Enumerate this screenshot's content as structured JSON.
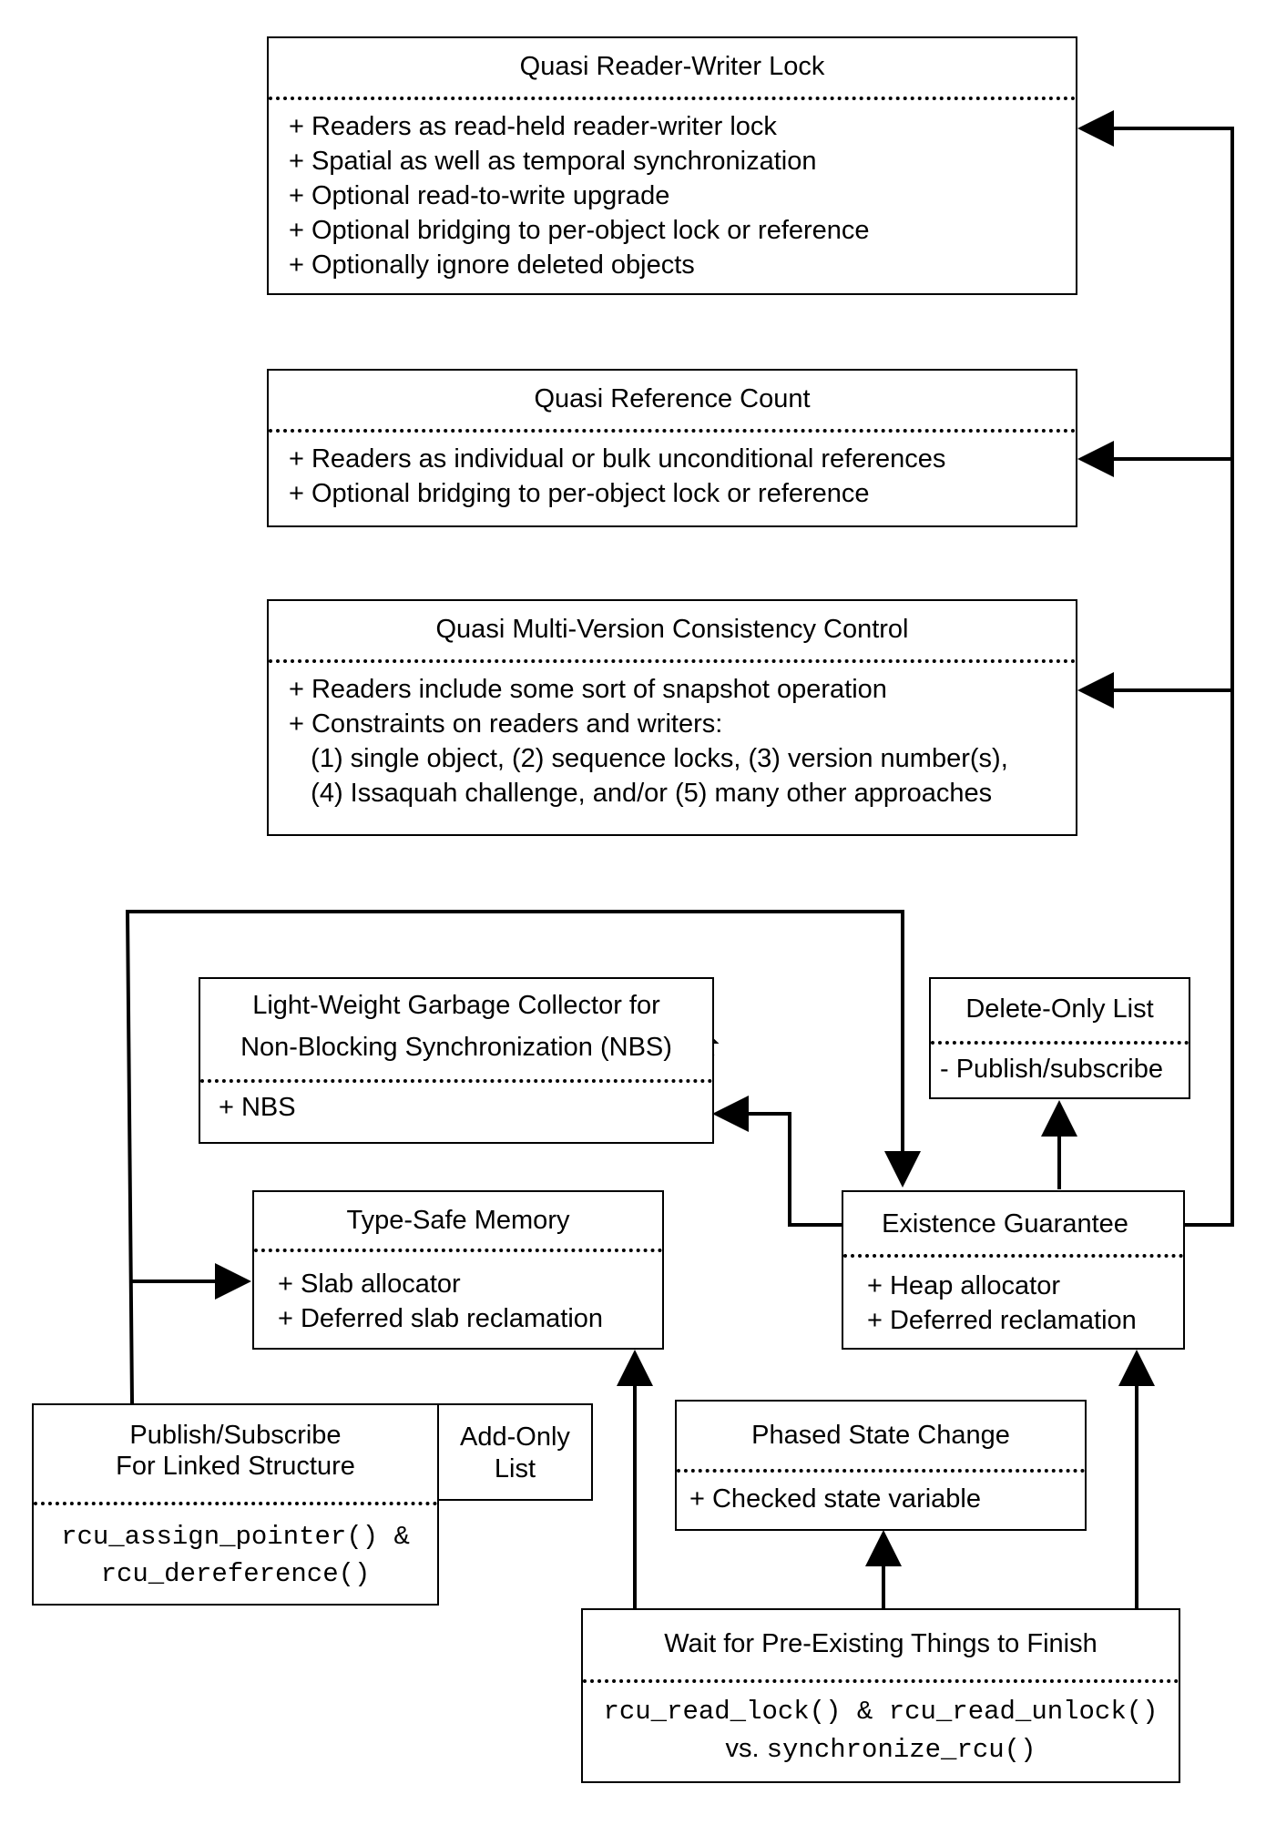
{
  "boxes": {
    "rwlock": {
      "title": "Quasi Reader-Writer Lock",
      "items": [
        "+ Readers as read-held reader-writer lock",
        "+ Spatial as well as temporal synchronization",
        "+ Optional read-to-write upgrade",
        "+ Optional bridging to per-object lock or reference",
        "+ Optionally ignore deleted objects"
      ]
    },
    "refcount": {
      "title": "Quasi Reference Count",
      "items": [
        "+ Readers as individual or bulk unconditional references",
        "+ Optional bridging to per-object lock or reference"
      ]
    },
    "mvcc": {
      "title": "Quasi Multi-Version Consistency Control",
      "items": [
        "+ Readers include some sort of snapshot operation",
        "+ Constraints on readers and writers:",
        "   (1) single object, (2) sequence locks, (3) version number(s),",
        "   (4) Issaquah challenge, and/or (5) many other approaches"
      ]
    },
    "gc": {
      "title_line1": "Light-Weight Garbage Collector for",
      "title_line2": "Non-Blocking Synchronization (NBS)",
      "items": [
        "+ NBS"
      ]
    },
    "delete_only": {
      "title": "Delete-Only List",
      "items": [
        "- Publish/subscribe"
      ]
    },
    "type_safe": {
      "title": "Type-Safe Memory",
      "items": [
        "+ Slab allocator",
        "+ Deferred slab reclamation"
      ]
    },
    "existence": {
      "title": "Existence Guarantee",
      "items": [
        "+ Heap allocator",
        "+ Deferred reclamation"
      ]
    },
    "pubsub": {
      "title_line1": "Publish/Subscribe",
      "title_line2": "For Linked Structure",
      "code_line1": "rcu_assign_pointer() &",
      "code_line2": "rcu_dereference()"
    },
    "add_only": {
      "title_line1": "Add-Only",
      "title_line2": "List"
    },
    "phased": {
      "title": "Phased State Change",
      "items": [
        "+ Checked state variable"
      ]
    },
    "wait": {
      "title": "Wait for Pre-Existing Things to Finish",
      "code_line1": "rcu_read_lock() & rcu_read_unlock()",
      "code_line2_prefix": "vs. ",
      "code_line2_code": "synchronize_rcu()"
    }
  }
}
